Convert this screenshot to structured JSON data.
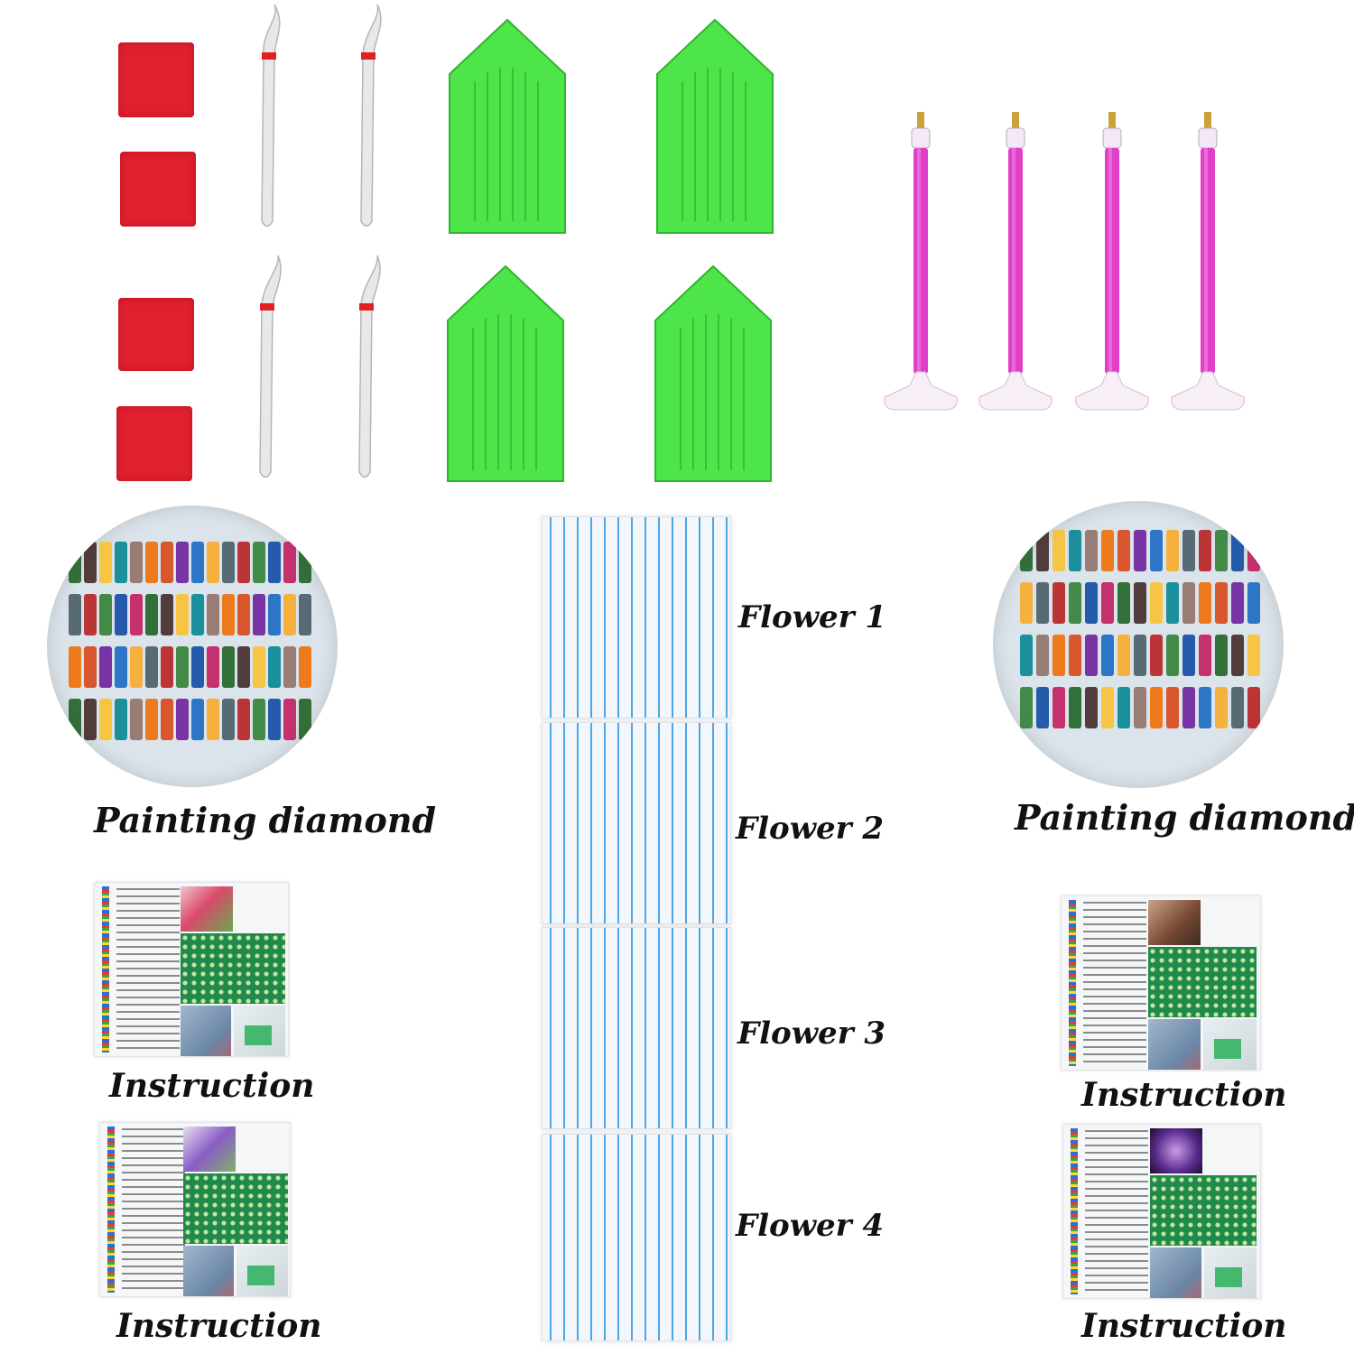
{
  "labels": {
    "painting_diamond_left": "Painting diamond",
    "painting_diamond_right": "Painting diamond",
    "flower_1": "Flower 1",
    "flower_2": "Flower 2",
    "flower_3": "Flower 3",
    "flower_4": "Flower 4",
    "instruction_1": "Instruction",
    "instruction_2": "Instruction",
    "instruction_3": "Instruction",
    "instruction_4": "Instruction"
  },
  "colors": {
    "pad_red": "#e0202e",
    "tray_green": "#4ee54a",
    "pen_pink": "#e040c8",
    "sticker_blue": "#4da6e5"
  }
}
